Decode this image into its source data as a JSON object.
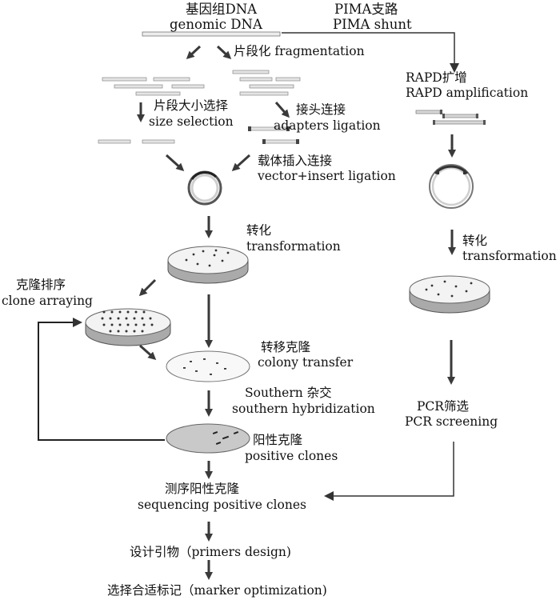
{
  "labels": {
    "genomic_cn": "基因组DNA",
    "genomic_en": "genomic DNA",
    "pima_cn": "PIMA支路",
    "pima_en": "PIMA shunt",
    "frag": "片段化 fragmentation",
    "rapd_cn": "RAPD扩增",
    "rapd_en": "RAPD amplification",
    "size_cn": "片段大小选择",
    "size_en": "size selection",
    "adapter_cn": "接头连接",
    "adapter_en": "adapters ligation",
    "vector_cn": "载体插入连接",
    "vector_en": "vector+insert ligation",
    "transform_cn": "转化",
    "transform_en": "transformation",
    "transform2_cn": "转化",
    "transform2_en": "transformation",
    "array_cn": "克隆排序",
    "array_en": "clone arraying",
    "colony_cn": "转移克隆",
    "colony_en": "colony transfer",
    "southern_cn": "Southern 杂交",
    "southern_en": "southern hybridization",
    "positive_cn": "阳性克隆",
    "positive_en": "positive clones",
    "pcr_cn": "PCR筛选",
    "pcr_en": "PCR screening",
    "seq_cn": "测序阳性克隆",
    "seq_en": "sequencing positive clones",
    "primers": "设计引物（primers design)",
    "marker": "选择合适标记（marker optimization)"
  },
  "colors": {
    "arrow": "#3a3a3a",
    "fragment_fill": "#e4e4e4",
    "dish_top": "#f3f3f3",
    "positive_dish": "#c9c9c9"
  }
}
